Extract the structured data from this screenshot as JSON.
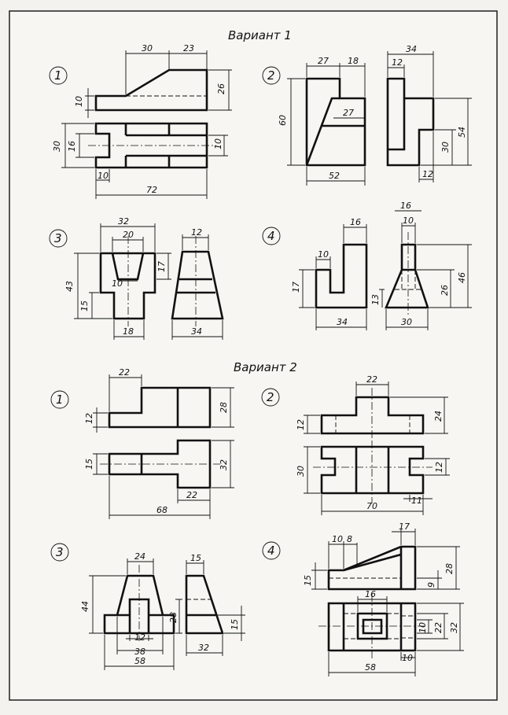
{
  "variant1": {
    "title": "Вариант 1",
    "tasks": [
      {
        "number": "1",
        "dims": [
          "30",
          "23",
          "26",
          "10",
          "30",
          "16",
          "10",
          "10",
          "72"
        ]
      },
      {
        "number": "2",
        "dims": [
          "27",
          "18",
          "60",
          "27",
          "52",
          "34",
          "12",
          "54",
          "30",
          "12"
        ]
      },
      {
        "number": "3",
        "dims": [
          "32",
          "20",
          "43",
          "17",
          "10",
          "15",
          "18",
          "12",
          "34"
        ]
      },
      {
        "number": "4",
        "dims": [
          "16",
          "10",
          "10",
          "17",
          "13",
          "34",
          "46",
          "26",
          "30"
        ]
      }
    ]
  },
  "variant2": {
    "title": "Вариант 2",
    "tasks": [
      {
        "number": "1",
        "dims": [
          "22",
          "12",
          "28",
          "15",
          "32",
          "22",
          "68"
        ]
      },
      {
        "number": "2",
        "dims": [
          "22",
          "12",
          "24",
          "30",
          "12",
          "70",
          "11"
        ]
      },
      {
        "number": "3",
        "dims": [
          "24",
          "44",
          "28",
          "12",
          "38",
          "58",
          "15",
          "15",
          "32"
        ]
      },
      {
        "number": "4",
        "dims": [
          "10",
          "8",
          "17",
          "15",
          "28",
          "9",
          "16",
          "10",
          "22",
          "32",
          "10",
          "58"
        ]
      }
    ]
  }
}
